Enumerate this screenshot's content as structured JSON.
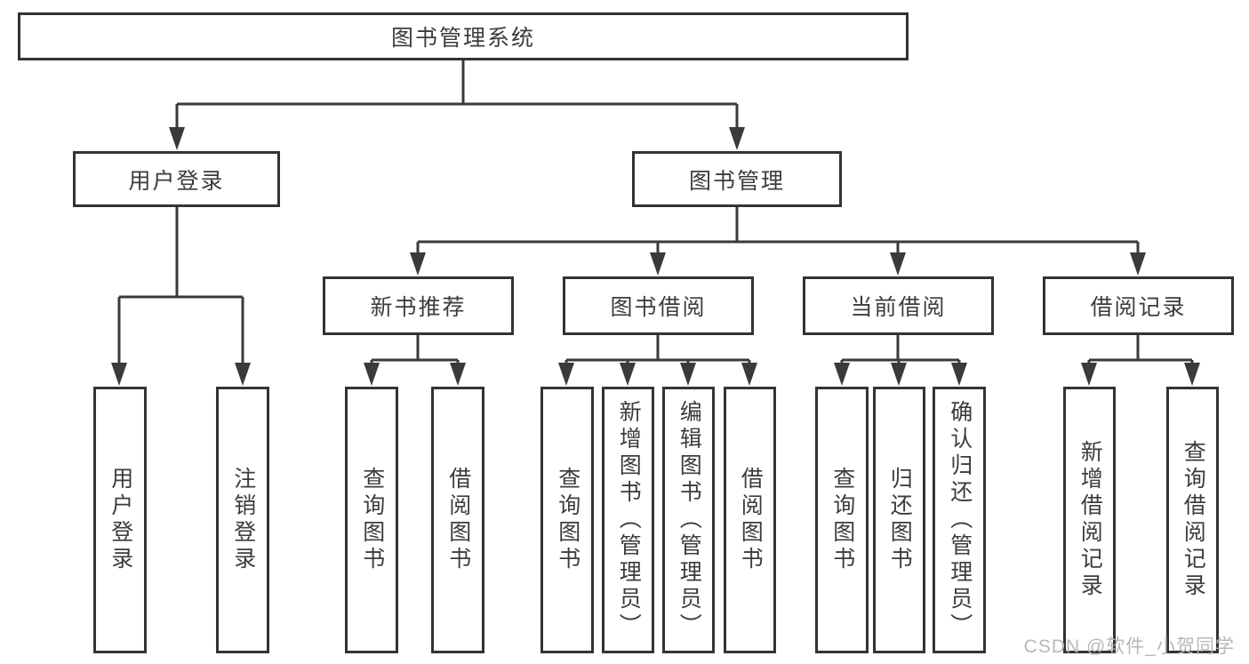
{
  "diagram": {
    "type": "function-tree",
    "root": "图书管理系统",
    "level2": [
      "用户登录",
      "图书管理"
    ],
    "level3": [
      "新书推荐",
      "图书借阅",
      "当前借阅",
      "借阅记录"
    ],
    "leaves": {
      "user_login": [
        "用户登录",
        "注销登录"
      ],
      "new_book_recommend": [
        "查询图书",
        "借阅图书"
      ],
      "book_borrow": [
        "查询图书",
        "新增图书（管理员）",
        "编辑图书（管理员）",
        "借阅图书"
      ],
      "current_borrow": [
        "查询图书",
        "归还图书",
        "确认归还（管理员）"
      ],
      "borrow_records": [
        "新增借阅记录",
        "查询借阅记录"
      ]
    },
    "colors": {
      "line": "#3a3a3a",
      "text": "#3c3c3c",
      "box_border": "#333333",
      "box_fill": "#ffffff",
      "background": "#ffffff"
    }
  },
  "watermark": {
    "text": "CSDN @软件_小贺同学",
    "color": "#b8b8b8"
  }
}
